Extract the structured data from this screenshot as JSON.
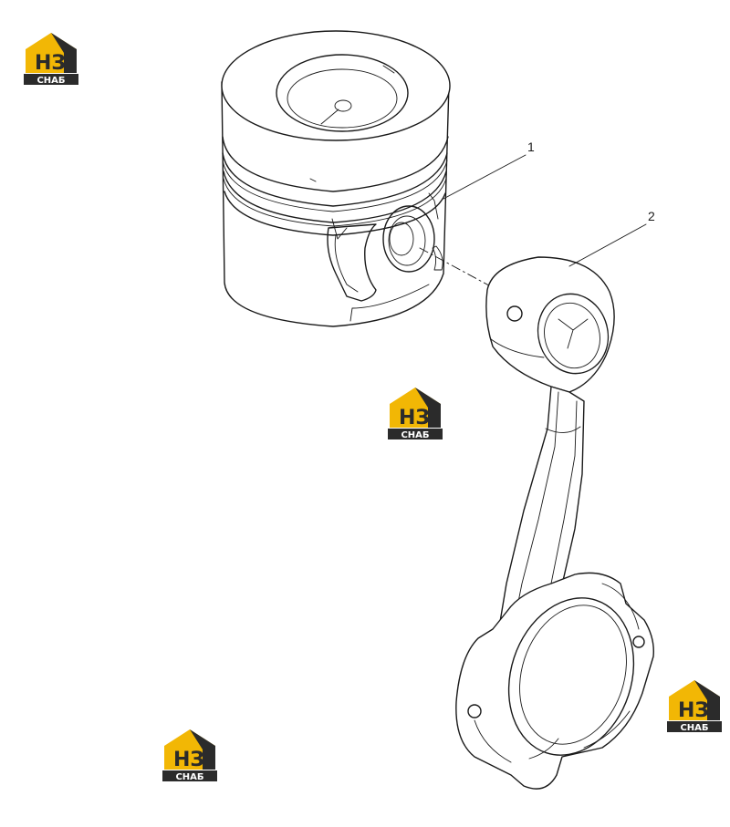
{
  "callouts": [
    {
      "number": "1",
      "part": "piston"
    },
    {
      "number": "2",
      "part": "connecting-rod"
    }
  ],
  "logo": {
    "top_letters": "НЗ",
    "bottom_text": "СНАБ",
    "colors": {
      "house": "#f2b705",
      "dark": "#2b2b2b",
      "letters": "#ffffff"
    }
  }
}
